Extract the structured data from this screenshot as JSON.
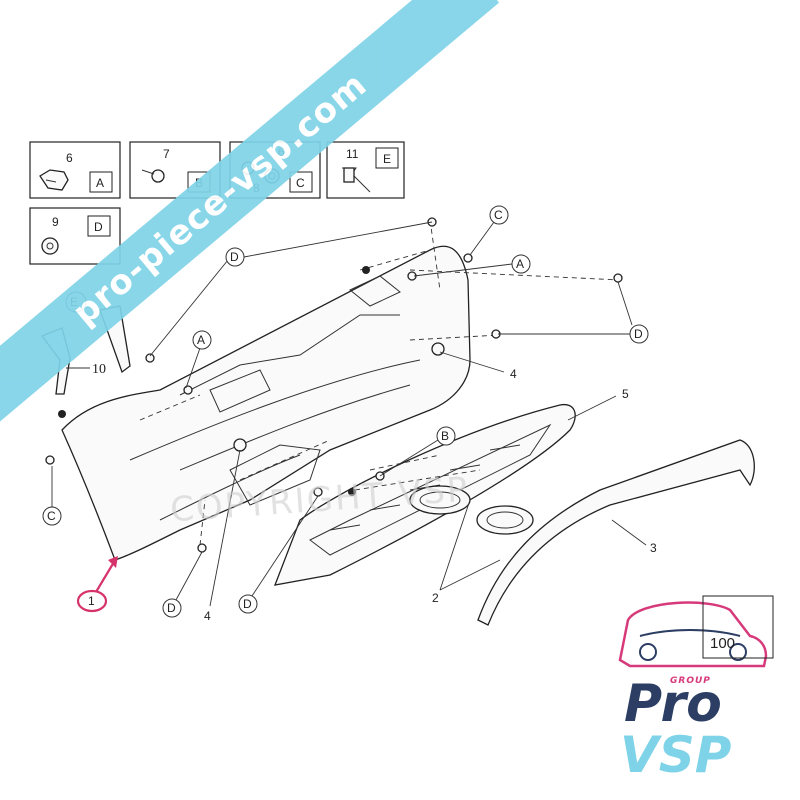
{
  "diagram": {
    "insets": [
      {
        "key": "A",
        "part": "6"
      },
      {
        "key": "B",
        "part": "7"
      },
      {
        "key": "C",
        "part": "6",
        "part2": "8"
      },
      {
        "key": "E",
        "part": "11"
      },
      {
        "key": "D",
        "part": "9"
      }
    ],
    "part_labels": {
      "p1": "1",
      "p2": "2",
      "p3": "3",
      "p4a": "4",
      "p4b": "4",
      "p5": "5",
      "p10": "10"
    },
    "callouts": {
      "c_left": "C",
      "c_top": "C",
      "a_top": "A",
      "a_mid": "A",
      "b_mid": "B",
      "d_top": "D",
      "d_right": "D",
      "d_bot1": "D",
      "d_bot2": "D",
      "e_left": "E"
    },
    "highlight_color": "#d6336c"
  },
  "watermark": {
    "banner_text": "pro-piece-vsp.com",
    "copyright_text": "COPYRIGHT VSP"
  },
  "logo": {
    "group_text": "GROUP",
    "brand_top": "Pro",
    "brand_bottom": "VSP",
    "badge_number": "100",
    "colors": {
      "navy": "#2c3e63",
      "cyan": "#7fd3e8",
      "pink": "#d63a7a"
    }
  }
}
